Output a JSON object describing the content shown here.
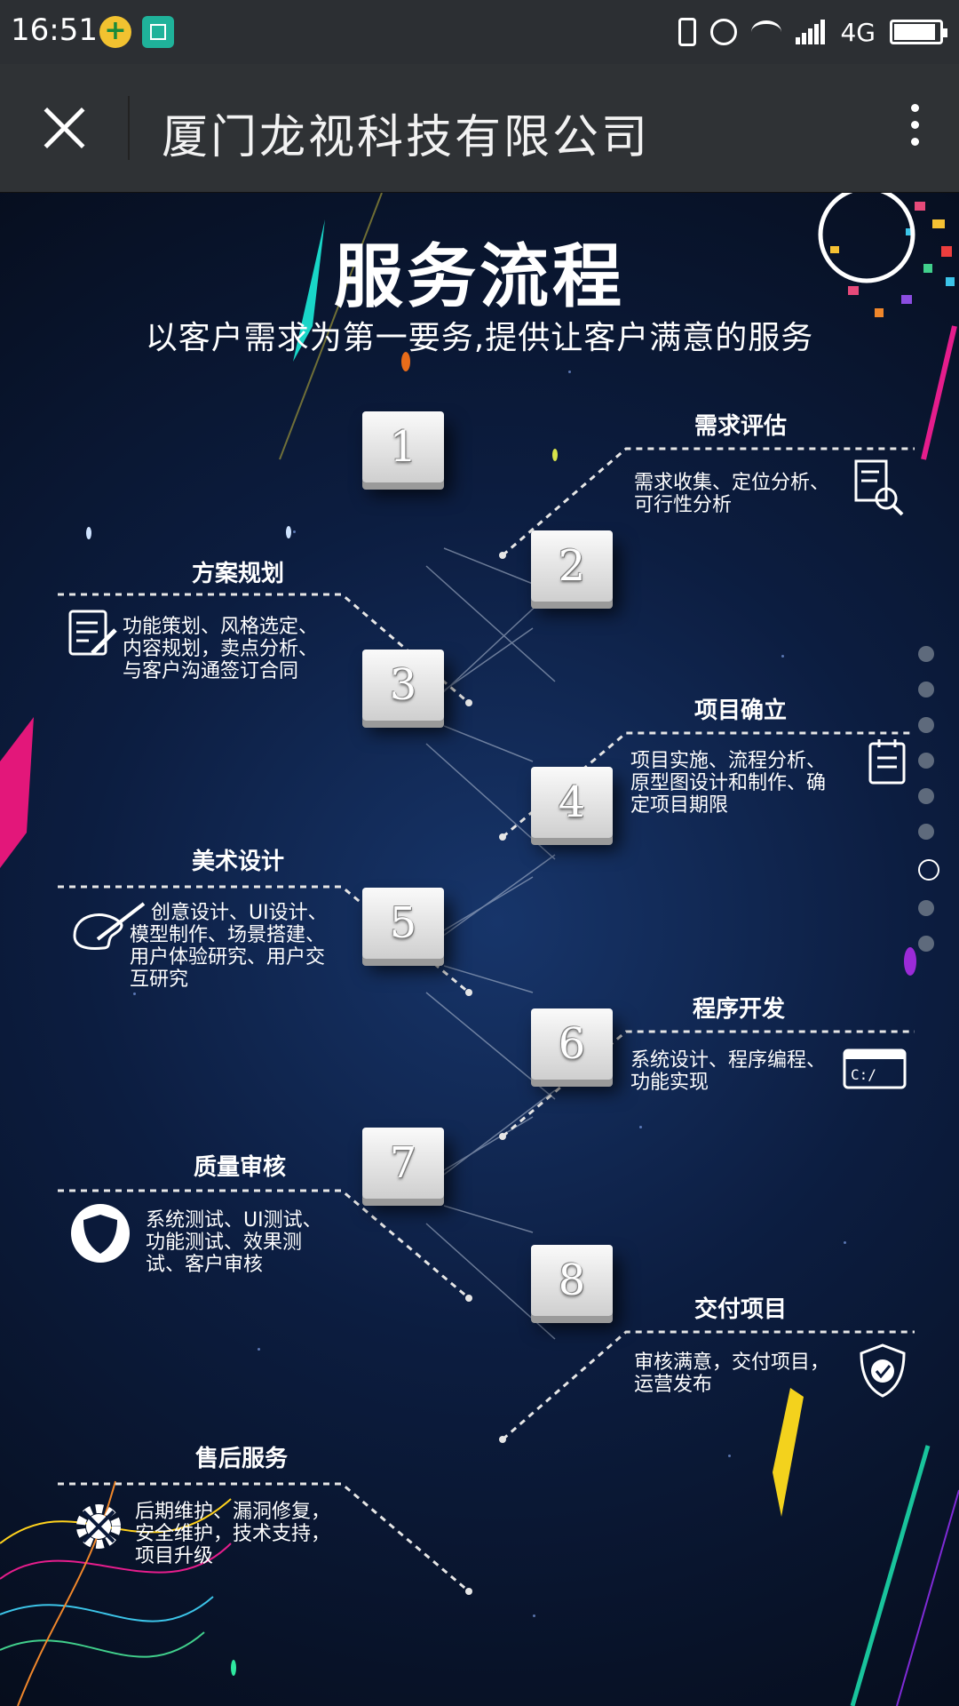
{
  "status_bar": {
    "time": "16:51",
    "network": "4G",
    "icons": [
      "plus-circle-icon",
      "scan-icon",
      "vibrate-icon",
      "alarm-icon",
      "wifi-icon",
      "signal-icon",
      "battery-icon"
    ]
  },
  "app_bar": {
    "title": "厦门龙视科技有限公司",
    "close_icon": "close-icon",
    "more_icon": "more-vertical-icon"
  },
  "hero": {
    "title": "服务流程",
    "subtitle": "以客户需求为第一要务,提供让客户满意的服务"
  },
  "steps": [
    {
      "number": "1",
      "title": "需求评估",
      "desc": [
        "需求收集、定位分析、",
        "可行性分析"
      ],
      "icon": "document-search-icon"
    },
    {
      "number": "2",
      "title": "方案规划",
      "desc": [
        "功能策划、风格选定、",
        "内容规划，卖点分析、",
        "与客户沟通签订合同"
      ],
      "icon": "edit-document-icon"
    },
    {
      "number": "3",
      "title": "项目确立",
      "desc": [
        "项目实施、流程分析、",
        "原型图设计和制作、确",
        "定项目期限"
      ],
      "icon": "notepad-icon"
    },
    {
      "number": "4",
      "title": "美术设计",
      "desc": [
        "创意设计、UI设计、",
        "模型制作、场景搭建、",
        "用户体验研究、用户交",
        "互研究"
      ],
      "icon": "palette-brush-icon"
    },
    {
      "number": "5",
      "title": "程序开发",
      "desc": [
        "系统设计、程序编程、",
        "功能实现"
      ],
      "icon": "terminal-icon"
    },
    {
      "number": "6",
      "title": "质量审核",
      "desc": [
        "系统测试、UI测试、",
        "功能测试、效果测",
        "试、客户审核"
      ],
      "icon": "shield-icon"
    },
    {
      "number": "7",
      "title": "交付项目",
      "desc": [
        "审核满意，交付项目，",
        "运营发布"
      ],
      "icon": "shield-check-icon"
    },
    {
      "number": "8",
      "title": "售后服务",
      "desc": [
        "后期维护、漏洞修复，",
        "安全维护，技术支持，",
        "项目升级"
      ],
      "icon": "gear-tools-icon"
    }
  ],
  "page_dots": {
    "count": 9,
    "active_index": 6
  },
  "colors": {
    "background": "#0a1630",
    "status_bar": "#2c2f33",
    "app_bar": "#2f3235",
    "key_face": "#f0f0f0"
  }
}
